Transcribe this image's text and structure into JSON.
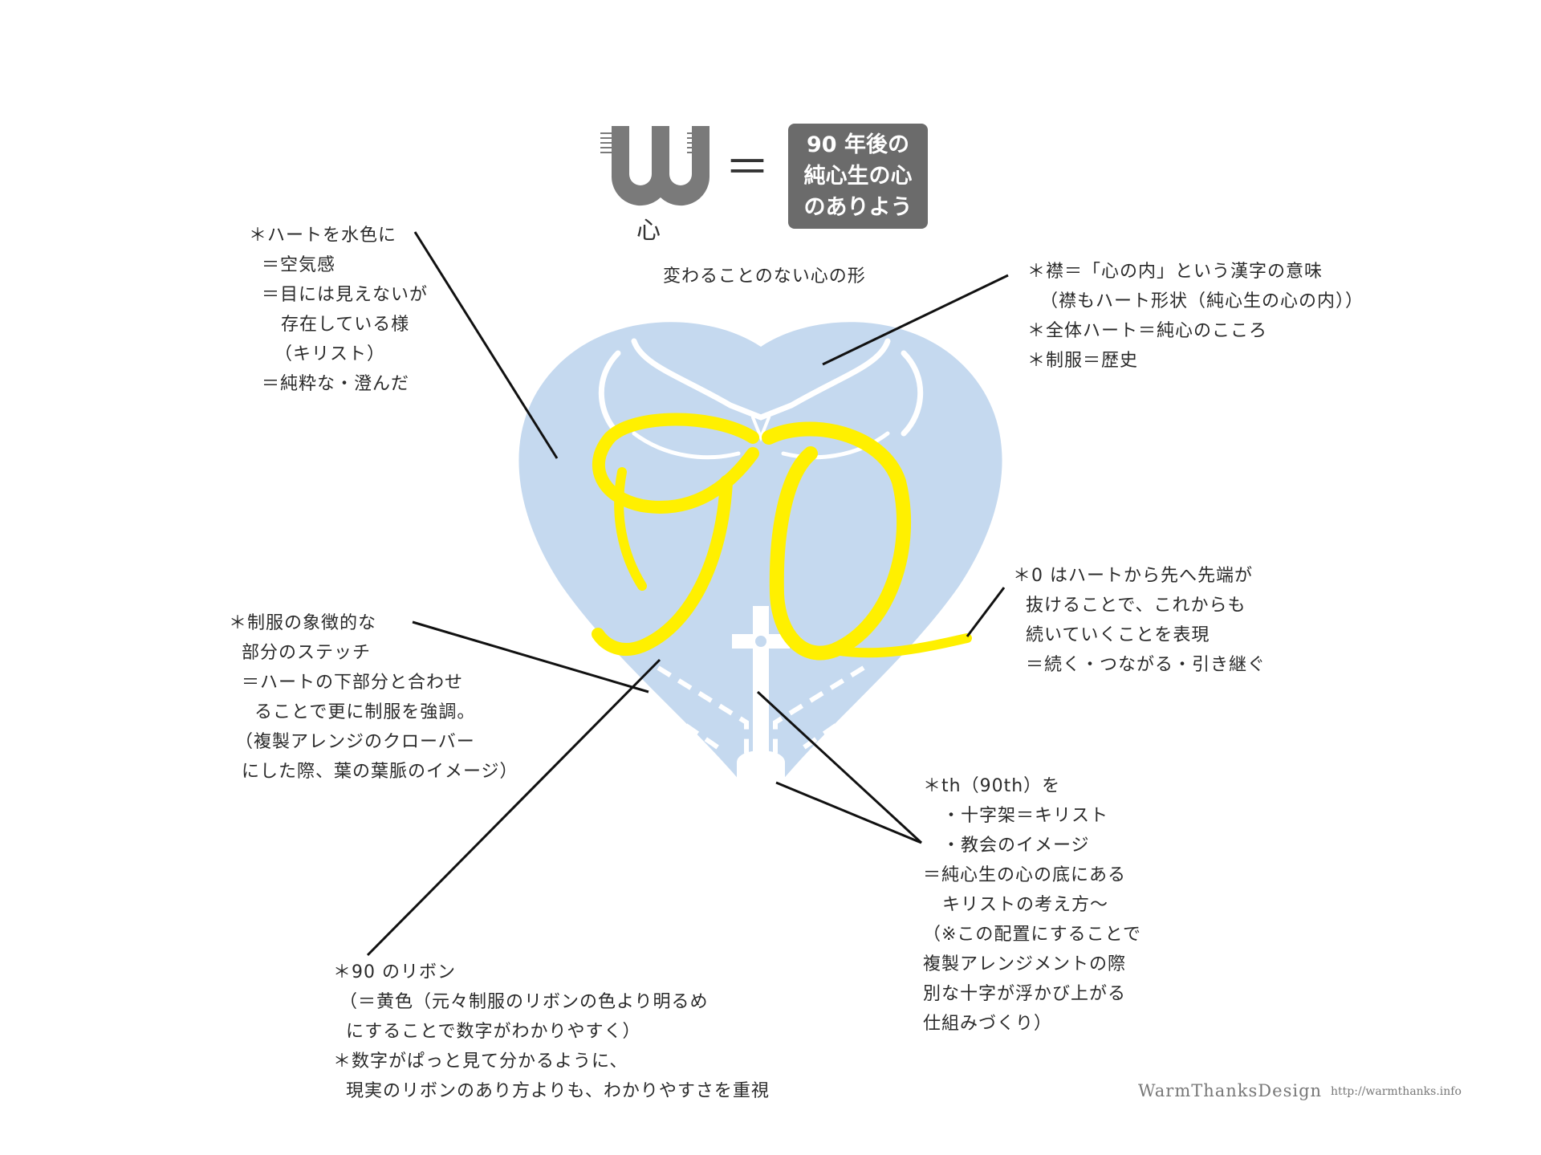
{
  "header": {
    "equals": "＝",
    "box_lines": [
      "90 年後の",
      "純心生の心",
      "のありよう"
    ],
    "kokoro": "心",
    "subtitle": "変わることのない心の形"
  },
  "notes": {
    "heart_color": "＊ハートを水色に\n  ＝空気感\n  ＝目には見えないが\n     存在している様\n    （キリスト）\n  ＝純粋な・澄んだ",
    "collar": "＊襟＝「心の内」という漢字の意味\n  （襟もハート形状（純心生の心の内））\n＊全体ハート＝純心のこころ\n＊制服＝歴史",
    "zero": "＊0 はハートから先へ先端が\n  抜けることで、これからも\n  続いていくことを表現\n  ＝続く・つながる・引き継ぐ",
    "stitch": "＊制服の象徴的な\n  部分のステッチ\n  ＝ハートの下部分と合わせ\n    ることで更に制服を強調。\n （複製アレンジのクローバー\n  にした際、葉の葉脈のイメージ）",
    "th": "＊th（90th）を\n   ・十字架＝キリスト\n   ・教会のイメージ\n＝純心生の心の底にある\n   キリストの考え方〜\n（※この配置にすることで\n複製アレンジメントの際\n別な十字が浮かび上がる\n仕組みづくり）",
    "ribbon": "＊90 のリボン\n （＝黄色（元々制服のリボンの色より明るめ\n  にすることで数字がわかりやすく）\n＊数字がぱっと見て分かるように、\n  現実のリボンのあり方よりも、わかりやすさを重視"
  },
  "footer": {
    "brand": "WarmThanksDesign",
    "url": "http://warmthanks.info"
  },
  "colors": {
    "heart": "#c5d9ef",
    "ribbon": "#fff000",
    "ribbon_edge": "#e6d400",
    "box": "#6b6b6b",
    "line": "#111111"
  }
}
